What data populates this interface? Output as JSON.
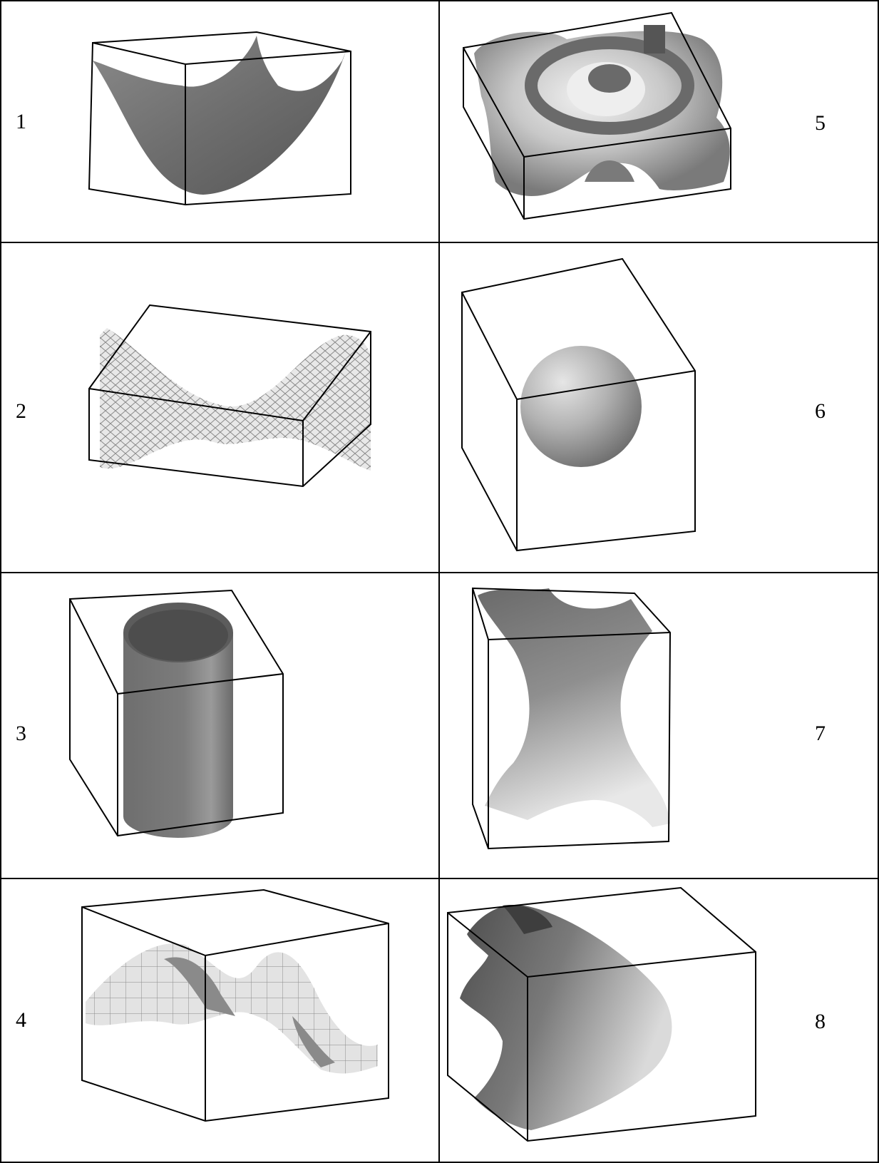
{
  "cells": [
    {
      "label": "1",
      "surface": "paraboloid"
    },
    {
      "label": "2",
      "surface": "saddle-wave-mesh"
    },
    {
      "label": "3",
      "surface": "cylinder"
    },
    {
      "label": "4",
      "surface": "sine-wave-mesh"
    },
    {
      "label": "5",
      "surface": "radial-ripple"
    },
    {
      "label": "6",
      "surface": "sphere"
    },
    {
      "label": "7",
      "surface": "hyperboloid-one-sheet"
    },
    {
      "label": "8",
      "surface": "hyperboloid-two-sheet-half"
    }
  ],
  "colors": {
    "line": "#000000",
    "surface_dark": "#5a5a5a",
    "surface_mid": "#9a9a9a",
    "surface_light": "#e6e6e6"
  }
}
